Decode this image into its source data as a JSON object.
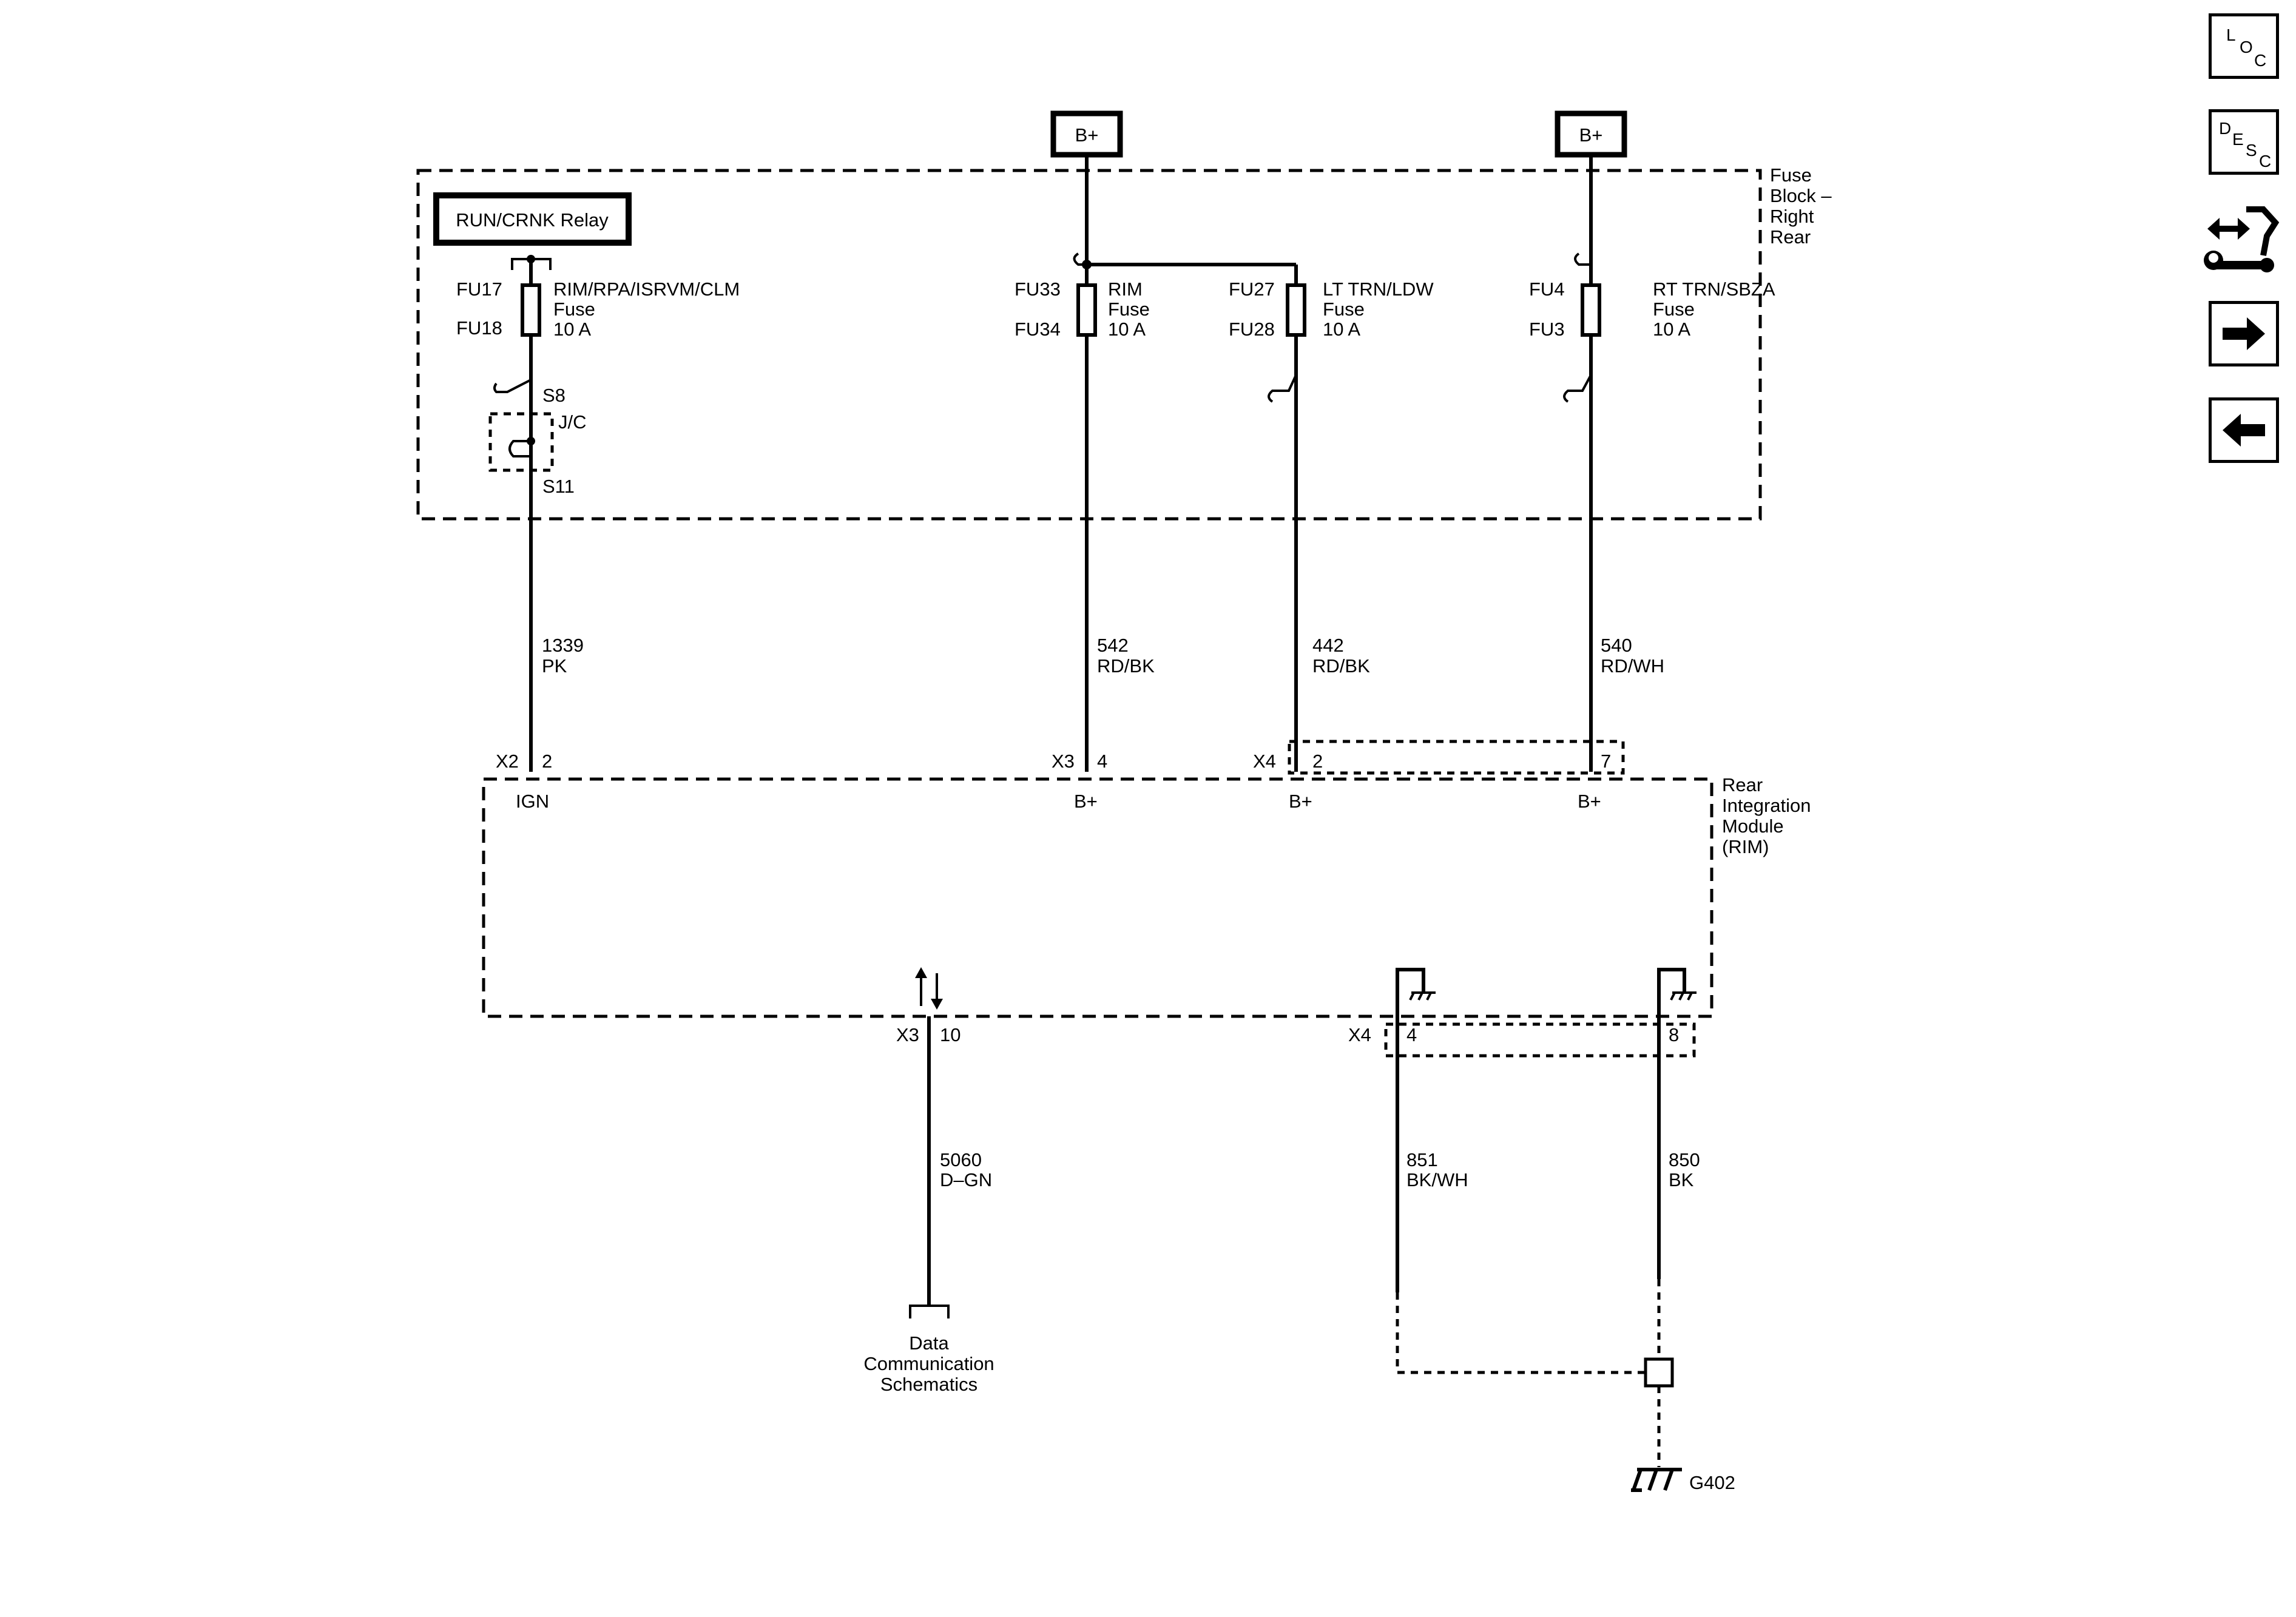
{
  "sources": {
    "left_bplus": "B+",
    "right_bplus": "B+"
  },
  "fuse_block": {
    "name_line1": "Fuse",
    "name_line2": "Block –",
    "name_line3": "Right",
    "name_line4": "Rear",
    "relay_label": "RUN/CRNK Relay",
    "splice_top": "S8",
    "splice_bottom": "S11",
    "jc_label": "J/C",
    "fuses": [
      {
        "id_top": "FU17",
        "id_bottom": "FU18",
        "name": "RIM/RPA/ISRVM/CLM",
        "type": "Fuse",
        "rating": "10 A"
      },
      {
        "id_top": "FU33",
        "id_bottom": "FU34",
        "name": "RIM",
        "type": "Fuse",
        "rating": "10 A"
      },
      {
        "id_top": "FU27",
        "id_bottom": "FU28",
        "name": "LT TRN/LDW",
        "type": "Fuse",
        "rating": "10 A"
      },
      {
        "id_top": "FU4",
        "id_bottom": "FU3",
        "name": "RT TRN/SBZA",
        "type": "Fuse",
        "rating": "10 A"
      }
    ]
  },
  "wires_upper": [
    {
      "circuit": "1339",
      "color": "PK"
    },
    {
      "circuit": "542",
      "color": "RD/BK"
    },
    {
      "circuit": "442",
      "color": "RD/BK"
    },
    {
      "circuit": "540",
      "color": "RD/WH"
    }
  ],
  "module": {
    "name_line1": "Rear",
    "name_line2": "Integration",
    "name_line3": "Module",
    "name_line4": "(RIM)",
    "top_pins": [
      {
        "connector": "X2",
        "pin": "2",
        "function": "IGN"
      },
      {
        "connector": "X3",
        "pin": "4",
        "function": "B+"
      },
      {
        "connector": "X4",
        "pin": "2",
        "function": "B+"
      },
      {
        "connector": "",
        "pin": "7",
        "function": "B+"
      }
    ],
    "bottom_pins": [
      {
        "connector": "X3",
        "pin": "10"
      },
      {
        "connector": "X4",
        "pin": "4"
      },
      {
        "connector": "",
        "pin": "8"
      }
    ]
  },
  "wires_lower": [
    {
      "circuit": "5060",
      "color": "D–GN"
    },
    {
      "circuit": "851",
      "color": "BK/WH"
    },
    {
      "circuit": "850",
      "color": "BK"
    }
  ],
  "data_comm": {
    "line1": "Data",
    "line2": "Communication",
    "line3": "Schematics"
  },
  "ground_label": "G402",
  "nav": {
    "loc": {
      "l1": "L",
      "l2": "O",
      "l3": "C"
    },
    "desc": {
      "l1": "D",
      "l2": "E",
      "l3": "S",
      "l4": "C"
    },
    "icons": [
      "connector-tool-icon",
      "arrow-right-icon",
      "arrow-left-icon"
    ]
  }
}
